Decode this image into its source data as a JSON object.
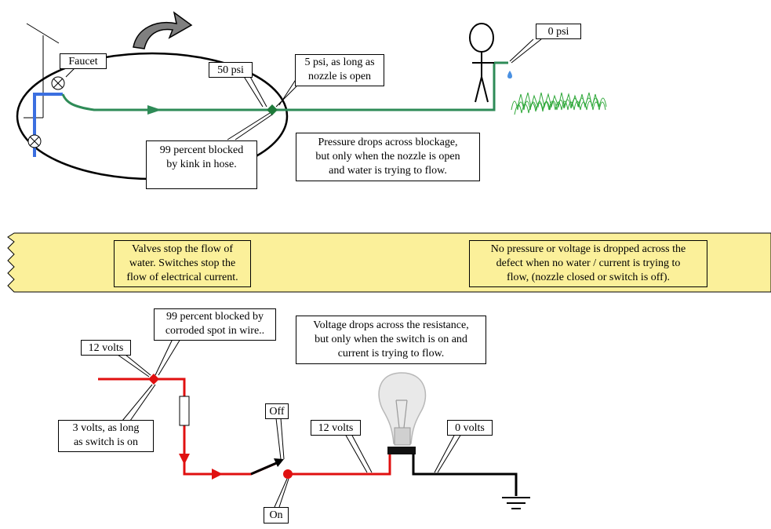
{
  "hose": {
    "faucet_label": "Faucet",
    "pressure_at_faucet": "50 psi",
    "pressure_after_kink": "5 psi, as long as\nnozzle is open",
    "kink_note": "99 percent blocked\nby kink in hose.",
    "nozzle_pressure": "0 psi",
    "explanation": "Pressure drops across blockage,\nbut only when the nozzle is open\nand water is trying to flow."
  },
  "banner": {
    "left_note": "Valves stop the flow of\nwater.  Switches stop the\nflow of electrical current.",
    "right_note": "No pressure or voltage is dropped across the\ndefect when no water / current is trying to\nflow, (nozzle closed or switch is off)."
  },
  "circuit": {
    "source_voltage": "12 volts",
    "corrosion_note": "99 percent blocked by\ncorroded spot in wire..",
    "after_corrosion_voltage": "3 volts, as long\nas switch is on",
    "explanation": "Voltage drops across the resistance,\nbut only when the switch is on and\ncurrent is trying to flow.",
    "switch_off_label": "Off",
    "switch_on_label": "On",
    "lamp_input_voltage": "12 volts",
    "lamp_output_voltage": "0 volts"
  },
  "colors": {
    "hose": "#2e8b57",
    "water_pipe": "#3b6fe0",
    "wire": "#e01010",
    "ground_wire": "#000000",
    "banner_fill": "#fbf09a",
    "grass": "#2fa83a",
    "water_drop": "#4a90e2"
  }
}
